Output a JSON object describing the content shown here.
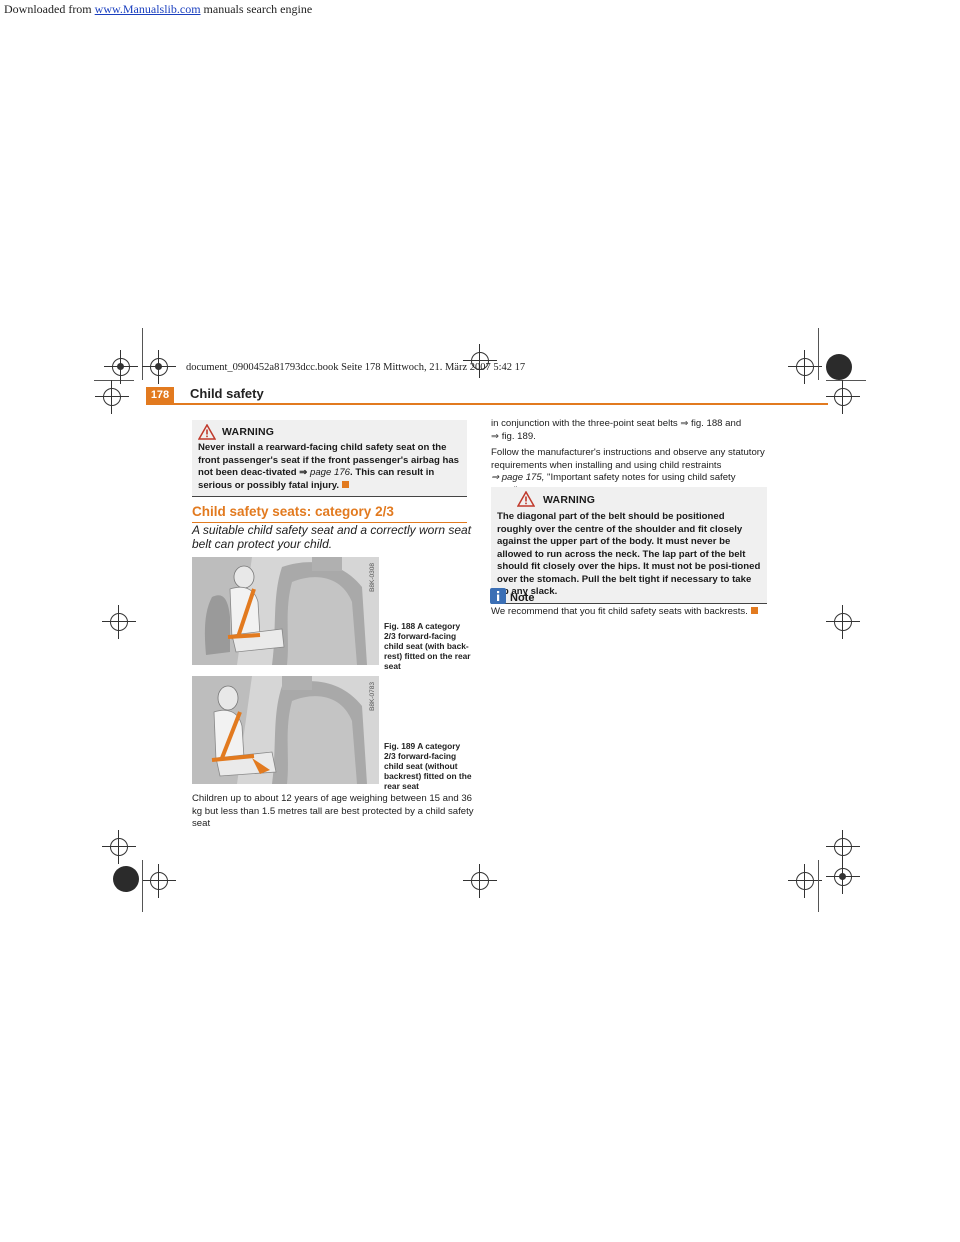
{
  "download_line": {
    "prefix": "Downloaded from",
    "link": "www.Manualslib.com",
    "suffix": "manuals search engine"
  },
  "file_line": "document_0900452a81793dcc.book  Seite 178  Mittwoch, 21. März 2007  5:42 17",
  "header": {
    "page_number": "178",
    "title": "Child safety"
  },
  "warning1": {
    "label": "WARNING",
    "text_a": "Never install a rearward-facing child safety seat on the front passenger's seat if the front passenger's airbag has not been deac-tivated ⇒ ",
    "ref": "page 176",
    "text_b": ". This can result in serious or possibly fatal injury."
  },
  "section": {
    "title": "Child safety seats: category 2/3",
    "subtitle": "A suitable child safety seat and a correctly worn seat belt can protect your child."
  },
  "figures": [
    {
      "code": "B8K-0308",
      "caption": "Fig. 188  A category 2/3 forward-facing child seat (with back-rest) fitted on the rear seat"
    },
    {
      "code": "B8K-0783",
      "caption": "Fig. 189  A category 2/3 forward-facing child seat (without backrest) fitted on the rear seat"
    }
  ],
  "left_body": "Children up to about 12 years of age weighing between 15 and 36 kg but less than 1.5 metres tall are best protected by a child safety seat",
  "right_col": {
    "para1_a": "in conjunction with the three-point seat belts ⇒ fig. 188 and",
    "para1_b": "⇒ fig. 189.",
    "para2_a": "Follow the manufacturer's instructions and observe any statutory requirements when installing and using child restraints",
    "para2_ref": "⇒ page 175,",
    "para2_b": " \"Important safety notes for using child safety seats\"."
  },
  "warning2": {
    "label": "WARNING",
    "text": "The diagonal part of the belt should be positioned roughly over the centre of the shoulder and fit closely against the upper part of the body. It must never be allowed to run across the neck. The lap part of the belt should fit closely over the hips. It must not be posi-tioned over the stomach. Pull the belt tight if necessary to take up any slack."
  },
  "note": {
    "label": "Note",
    "text": "We recommend that you fit child safety seats with backrests."
  },
  "colors": {
    "accent": "#e27a1f",
    "warning_bg": "#f0f0f0",
    "figure_bg": "#d9d9d9",
    "link": "#1a3fbf"
  }
}
